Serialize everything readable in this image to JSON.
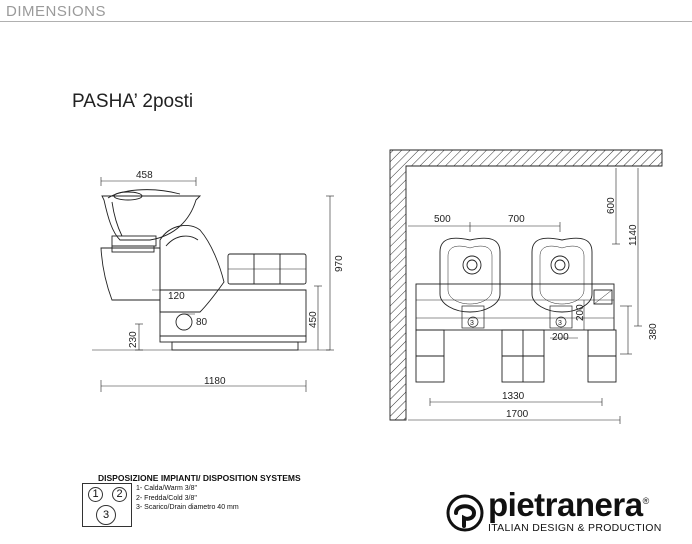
{
  "header": {
    "section_title": "DIMENSIONS"
  },
  "model": {
    "title": "PASHA’ 2posti"
  },
  "side_view": {
    "dim_width_top": "458",
    "dim_height_total": "970",
    "dim_height_seat": "450",
    "dim_height_drain": "230",
    "dim_length": "1180",
    "dim_120": "120",
    "dim_80": "80"
  },
  "plan_view": {
    "dim_500": "500",
    "dim_700": "700",
    "dim_600": "600",
    "dim_1140": "1140",
    "dim_200a": "200",
    "dim_200b": "200",
    "dim_380": "380",
    "dim_1330": "1330",
    "dim_1700": "1700",
    "marker_3a": "3",
    "marker_3b": "3"
  },
  "legend": {
    "title": "DISPOSIZIONE IMPIANTI/ DISPOSITION SYSTEMS",
    "n1": "1",
    "n2": "2",
    "n3": "3",
    "item1": "1- Calda/Warm 3/8\"",
    "item2": "2- Fredda/Cold 3/8\"",
    "item3": "3- Scarico/Drain diametro 40 mm"
  },
  "brand": {
    "name": "pietranera",
    "registered": "®",
    "tagline": "ITALIAN DESIGN & PRODUCTION"
  }
}
